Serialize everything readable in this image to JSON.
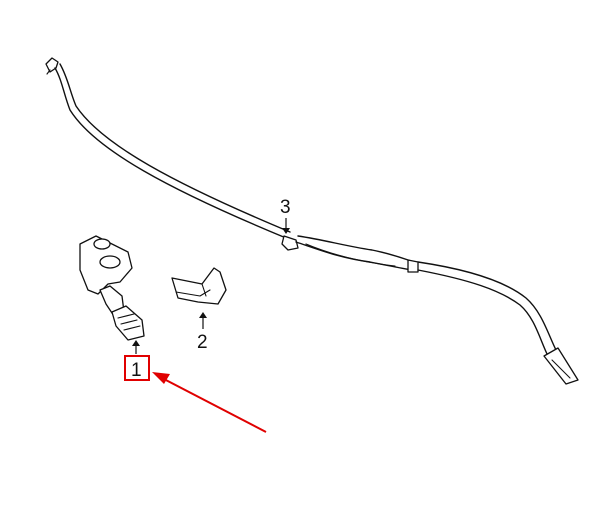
{
  "callouts": [
    {
      "number": "1",
      "highlighted": true
    },
    {
      "number": "2",
      "highlighted": false
    },
    {
      "number": "3",
      "highlighted": false
    }
  ],
  "colors": {
    "line": "#111111",
    "highlight": "#e00000",
    "background": "#ffffff"
  }
}
